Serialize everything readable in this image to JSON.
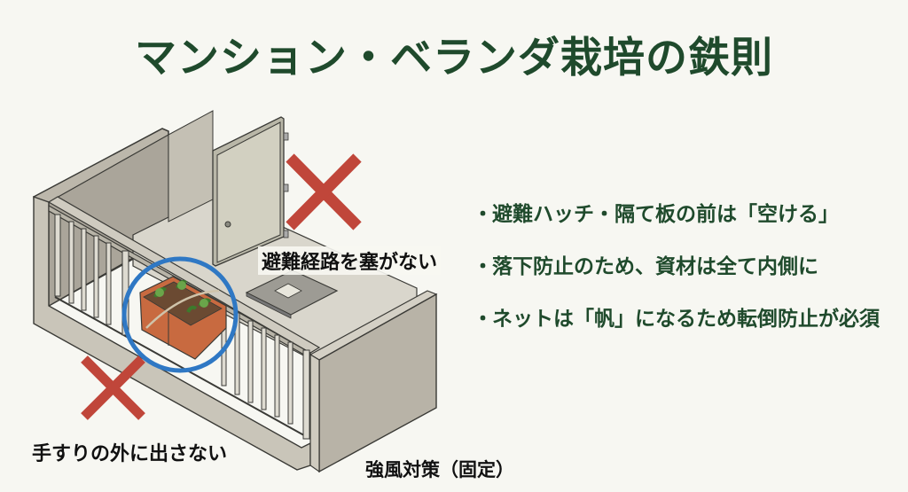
{
  "title": "マンション・ベランダ栽培の鉄則",
  "bullets": [
    {
      "marker": "・",
      "text": "避難ハッチ・隔て板の前は「空ける」"
    },
    {
      "marker": "・",
      "text": "落下防止のため、資材は全て内側に"
    },
    {
      "marker": "・",
      "text": "ネットは「帆」になるため転倒防止が必須"
    }
  ],
  "labels": {
    "evacuation_route": "避難経路を塞がない",
    "outside_railing": "手すりの外に出さない",
    "wind_measures": "強風対策（固定）"
  },
  "colors": {
    "title": "#1f4a2c",
    "bullet_text": "#1f4a2c",
    "cross_mark": "#c0463a",
    "highlight_circle": "#2f78c4",
    "concrete": "#bdb8ac",
    "floor": "#d9d6cc",
    "door": "#cfcdbd",
    "planter": "#c86a40",
    "background": "#f7f7f2"
  },
  "icons": {
    "prohibited_marks": [
      "cross-mark-door",
      "cross-mark-railing"
    ],
    "highlight": "blue-circle-planter"
  }
}
